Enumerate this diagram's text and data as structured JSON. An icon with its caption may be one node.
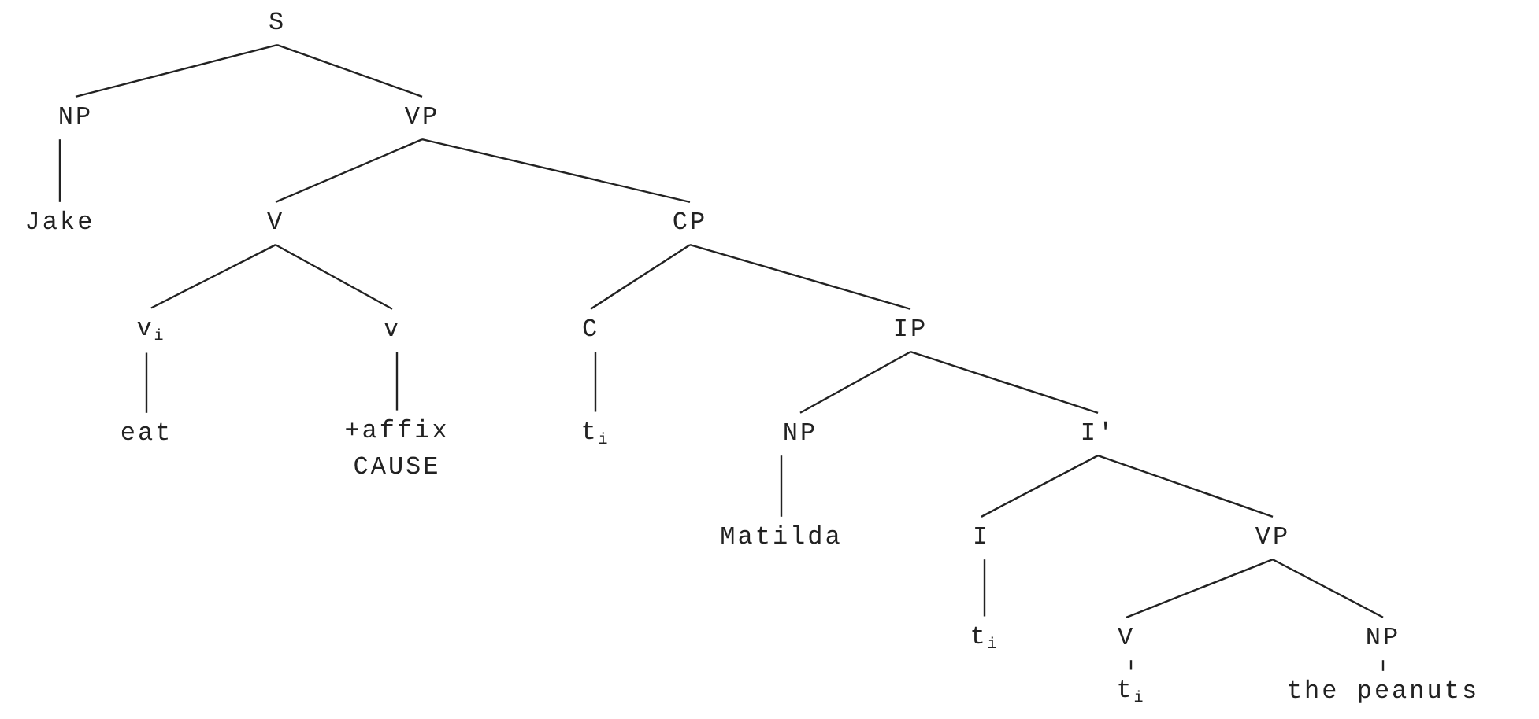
{
  "diagram": {
    "nodes": [
      {
        "text": [
          "S"
        ]
      },
      {
        "text": [
          "NP"
        ]
      },
      {
        "text": [
          "VP"
        ]
      },
      {
        "text": [
          "Jake"
        ]
      },
      {
        "text": [
          "V"
        ]
      },
      {
        "text": [
          "CP"
        ]
      },
      {
        "text": [
          "v$_{i}$"
        ]
      },
      {
        "text": [
          "v"
        ]
      },
      {
        "text": [
          "C"
        ]
      },
      {
        "text": [
          "IP"
        ]
      },
      {
        "text": [
          "eat"
        ]
      },
      {
        "text": [
          "+affix CAUSE"
        ]
      },
      {
        "text": [
          "t$_{i}$"
        ]
      },
      {
        "text": [
          "NP"
        ]
      },
      {
        "text": [
          "I'"
        ]
      },
      {
        "text": [
          "Matilda"
        ]
      },
      {
        "text": [
          "I"
        ]
      },
      {
        "text": [
          "VP"
        ]
      },
      {
        "text": [
          "t$_{i}$"
        ]
      },
      {
        "text": [
          "V"
        ]
      },
      {
        "text": [
          "NP"
        ]
      },
      {
        "text": [
          "t$_{i}$"
        ]
      },
      {
        "text": [
          "the peanuts"
        ]
      }
    ],
    "edges": [
      {
        "from": 0,
        "to": 1,
        "arrow": "none"
      },
      {
        "from": 0,
        "to": 2,
        "arrow": "none"
      },
      {
        "from": 1,
        "to": 3,
        "arrow": "none"
      },
      {
        "from": 2,
        "to": 4,
        "arrow": "none"
      },
      {
        "from": 2,
        "to": 5,
        "arrow": "none"
      },
      {
        "from": 4,
        "to": 6,
        "arrow": "none"
      },
      {
        "from": 4,
        "to": 7,
        "arrow": "none"
      },
      {
        "from": 5,
        "to": 8,
        "arrow": "none"
      },
      {
        "from": 5,
        "to": 9,
        "arrow": "none"
      },
      {
        "from": 6,
        "to": 10,
        "arrow": "none"
      },
      {
        "from": 7,
        "to": 11,
        "arrow": "none"
      },
      {
        "from": 8,
        "to": 12,
        "arrow": "none"
      },
      {
        "from": 9,
        "to": 13,
        "arrow": "none"
      },
      {
        "from": 9,
        "to": 14,
        "arrow": "none"
      },
      {
        "from": 13,
        "to": 15,
        "arrow": "none"
      },
      {
        "from": 14,
        "to": 16,
        "arrow": "none"
      },
      {
        "from": 14,
        "to": 17,
        "arrow": "none"
      },
      {
        "from": 16,
        "to": 18,
        "arrow": "none"
      },
      {
        "from": 17,
        "to": 19,
        "arrow": "none"
      },
      {
        "from": 17,
        "to": 20,
        "arrow": "none"
      },
      {
        "from": 19,
        "to": 21,
        "arrow": "none"
      },
      {
        "from": 20,
        "to": 22,
        "arrow": "none"
      }
    ]
  }
}
